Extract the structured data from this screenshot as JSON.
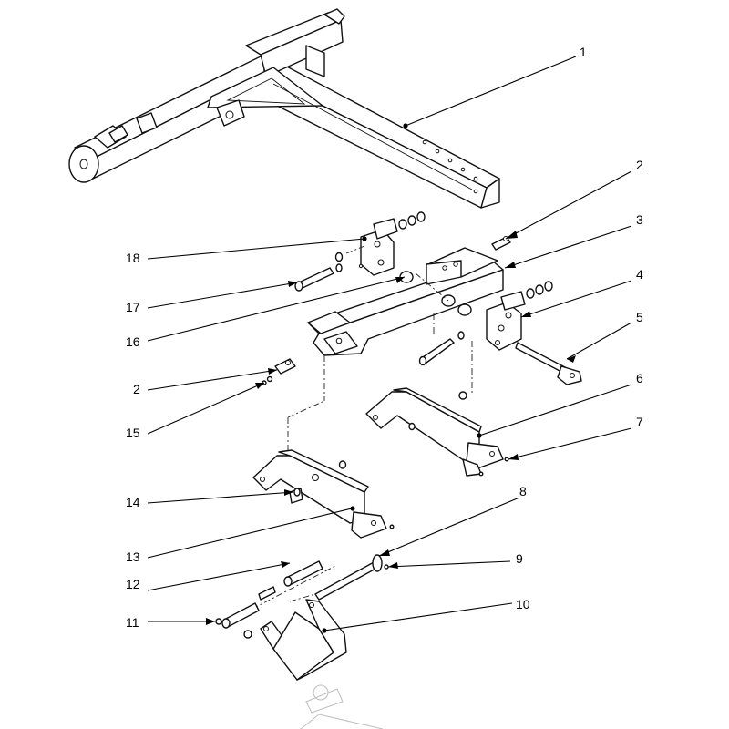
{
  "callouts": [
    {
      "label": "1"
    },
    {
      "label": "2"
    },
    {
      "label": "3"
    },
    {
      "label": "4"
    },
    {
      "label": "5"
    },
    {
      "label": "6"
    },
    {
      "label": "7"
    },
    {
      "label": "8"
    },
    {
      "label": "9"
    },
    {
      "label": "10"
    },
    {
      "label": "11"
    },
    {
      "label": "12"
    },
    {
      "label": "13"
    },
    {
      "label": "14"
    },
    {
      "label": "15"
    },
    {
      "label": "16"
    },
    {
      "label": "17"
    },
    {
      "label": "18"
    },
    {
      "label": "2"
    }
  ]
}
